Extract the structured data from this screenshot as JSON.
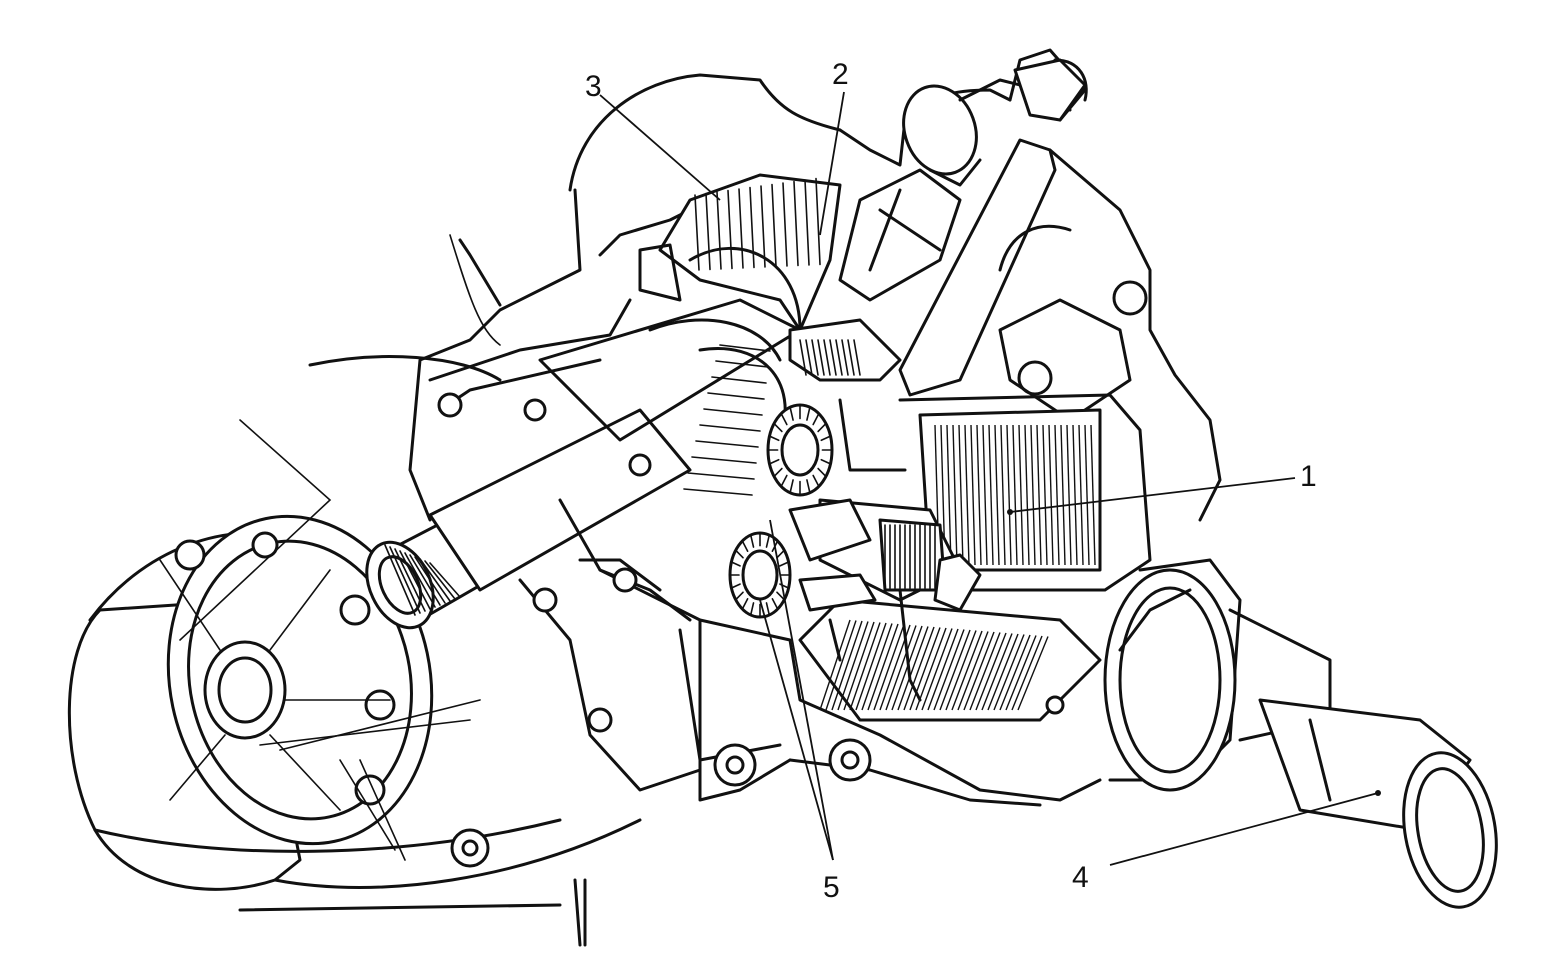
{
  "colors": {
    "ink": "#111111",
    "paper": "#ffffff"
  },
  "callouts": {
    "c1": "1",
    "c2": "2",
    "c3": "3",
    "c4": "4",
    "c5": "5"
  }
}
